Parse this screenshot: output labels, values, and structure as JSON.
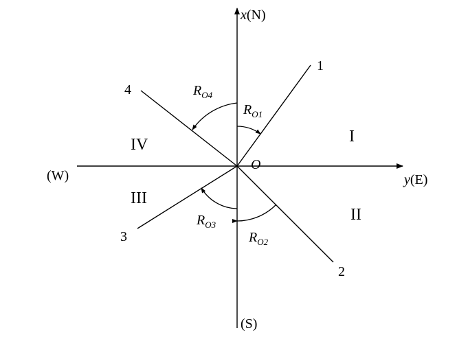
{
  "axes": {
    "north": {
      "var": "x",
      "dir": "(N)"
    },
    "east": {
      "var": "y",
      "dir": "(E)"
    },
    "west": "(W)",
    "south": "(S)",
    "origin": "O"
  },
  "quadrants": {
    "q1": "I",
    "q2": "II",
    "q3": "III",
    "q4": "IV"
  },
  "lines": {
    "l1": "1",
    "l2": "2",
    "l3": "3",
    "l4": "4"
  },
  "angles": {
    "a1": {
      "r": "R",
      "sub": "O1"
    },
    "a2": {
      "r": "R",
      "sub": "O2"
    },
    "a3": {
      "r": "R",
      "sub": "O3"
    },
    "a4": {
      "r": "R",
      "sub": "O4"
    }
  },
  "colors": {
    "ink": "#000000",
    "background": "#ffffff"
  }
}
